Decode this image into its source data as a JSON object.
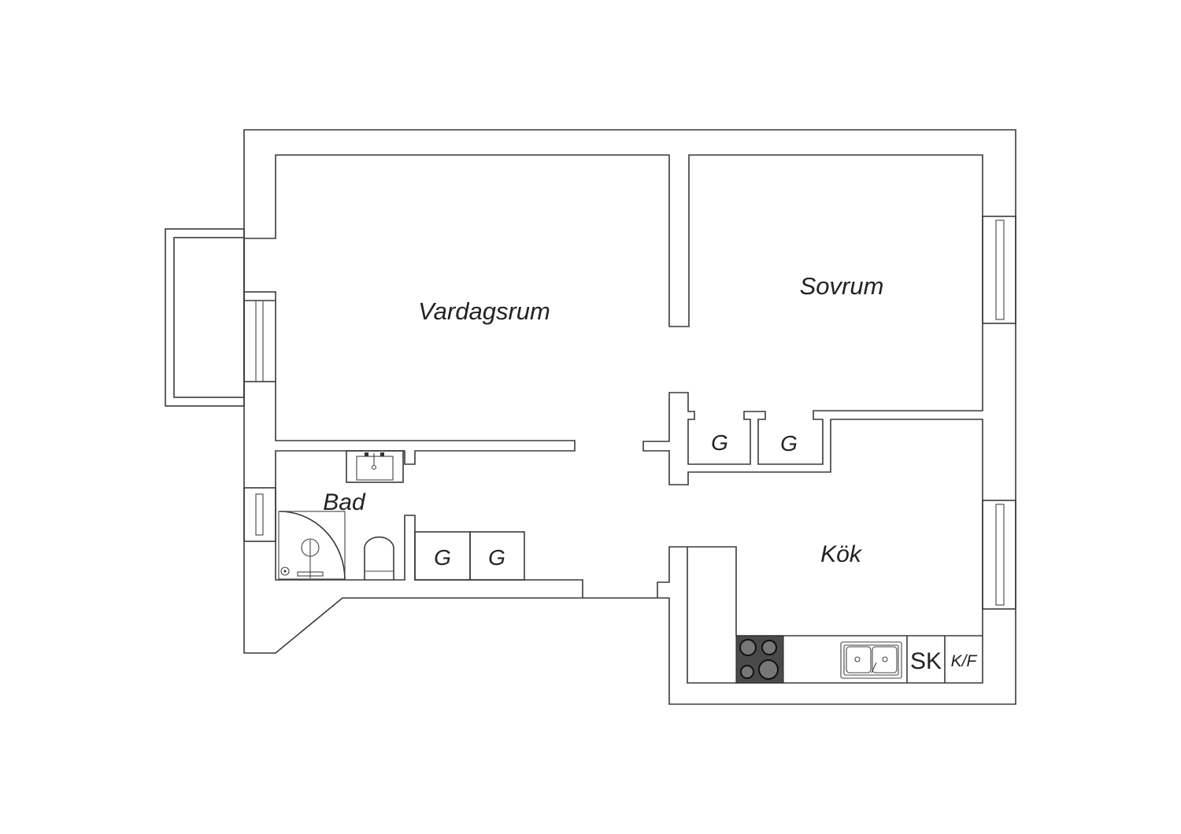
{
  "plan": {
    "rooms": {
      "living_room": "Vardagsrum",
      "bedroom": "Sovrum",
      "bathroom": "Bad",
      "kitchen": "Kök"
    },
    "closets": {
      "hall_closet_1": "G",
      "hall_closet_2": "G",
      "bath_closet_1": "G",
      "bath_closet_2": "G"
    },
    "kitchen_units": {
      "cabinet": "SK",
      "fridge_freezer": "K/F"
    },
    "colors": {
      "wall": "#3a3a3a",
      "stove": "#4a4a4a",
      "background": "#ffffff"
    }
  }
}
